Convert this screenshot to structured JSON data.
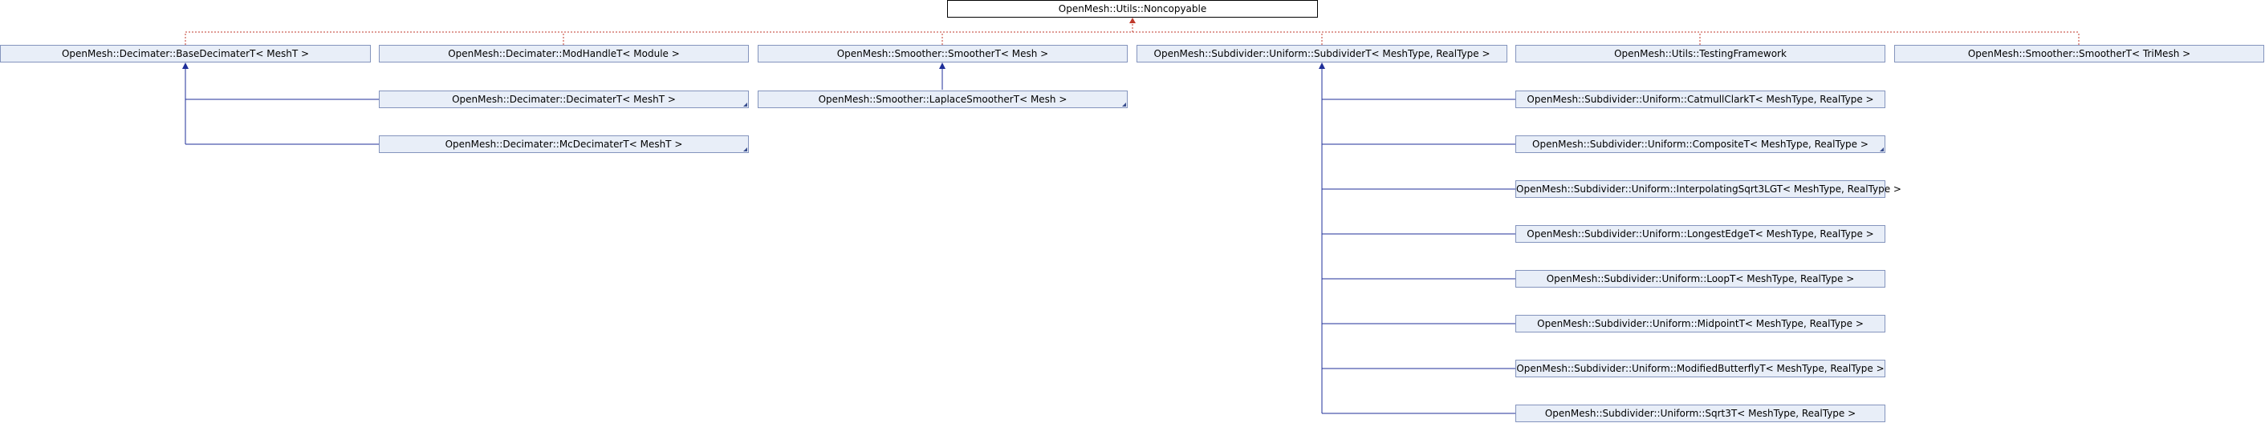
{
  "diagram": {
    "root": "OpenMesh::Utils::Noncopyable",
    "row1": {
      "base_decimater": "OpenMesh::Decimater::BaseDecimaterT< MeshT >",
      "mod_handle": "OpenMesh::Decimater::ModHandleT< Module >",
      "smoother": "OpenMesh::Smoother::SmootherT< Mesh >",
      "subdivider": "OpenMesh::Subdivider::Uniform::SubdividerT< MeshType, RealType >",
      "testing_framework": "OpenMesh::Utils::TestingFramework",
      "smoother_trimesh": "OpenMesh::Smoother::SmootherT< TriMesh >"
    },
    "decimater_children": {
      "decimater": "OpenMesh::Decimater::DecimaterT< MeshT >",
      "mc_decimater": "OpenMesh::Decimater::McDecimaterT< MeshT >"
    },
    "smoother_children": {
      "laplace": "OpenMesh::Smoother::LaplaceSmootherT< Mesh >"
    },
    "subdivider_children": [
      "OpenMesh::Subdivider::Uniform::CatmullClarkT< MeshType, RealType >",
      "OpenMesh::Subdivider::Uniform::CompositeT< MeshType, RealType >",
      "OpenMesh::Subdivider::Uniform::InterpolatingSqrt3LGT< MeshType, RealType >",
      "OpenMesh::Subdivider::Uniform::LongestEdgeT< MeshType, RealType >",
      "OpenMesh::Subdivider::Uniform::LoopT< MeshType, RealType >",
      "OpenMesh::Subdivider::Uniform::MidpointT< MeshType, RealType >",
      "OpenMesh::Subdivider::Uniform::ModifiedButterflyT< MeshType, RealType >",
      "OpenMesh::Subdivider::Uniform::Sqrt3T< MeshType, RealType >"
    ]
  },
  "colors": {
    "inheritance_edge": "#1f2f99",
    "noncopyable_edge": "#c0392b",
    "node_fill": "#e8eef8",
    "node_border": "#8494bd"
  }
}
